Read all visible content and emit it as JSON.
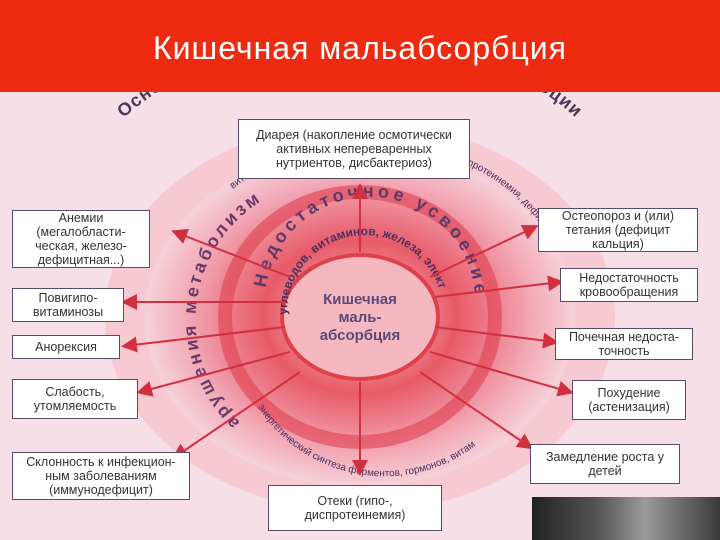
{
  "header": {
    "title": "Кишечная  мальабсорбция"
  },
  "diagram": {
    "outer_ring_text": "Основные проявления синдрома мальабсорбции",
    "left_ring_text": "Нарушения метаболизма",
    "inner_ring_text": "Недостаточное усвоение",
    "nutrients_text": "белков, углеводов, витаминов, железа, электролитов",
    "upper_ring_text": "витаминов; ионный дисбаланс; гипогидратация; гипопротеинемия, дефицит",
    "lower_ring_text": "энергетический синтеза ферментов, гормонов, витам",
    "center_label": [
      "Кишечная",
      "маль-",
      "абсорбция"
    ],
    "boxes": {
      "top": "Диарея (накопление осмотически активных непереваренных нутриентов, дисбактериоз)",
      "anemia": "Анемии (мегалобласти-ческая, железо-дефицитная...)",
      "hypovit": "Повигипо-витаминозы",
      "anorexia": "Анорексия",
      "weakness": "Слабость, утомляемость",
      "infection": "Склонность к инфекцион-ным заболеваниям (иммунодефицит)",
      "osteoporosis": "Остеопороз и (или) тетания (дефицит кальция)",
      "circulation": "Недостаточность кровообращения",
      "renal": "Почечная недоста-точность",
      "weight_loss": "Похудение (астенизация)",
      "growth": "Замедление роста у детей",
      "edema": "Отеки (гипо-, диспротеинемия)"
    }
  },
  "colors": {
    "header": "#ee2a10",
    "ring_outer": "#f3b3c0",
    "ring_mid": "#ee8090",
    "ring_inner": "#e0404a",
    "center": "#f5b5bd"
  }
}
